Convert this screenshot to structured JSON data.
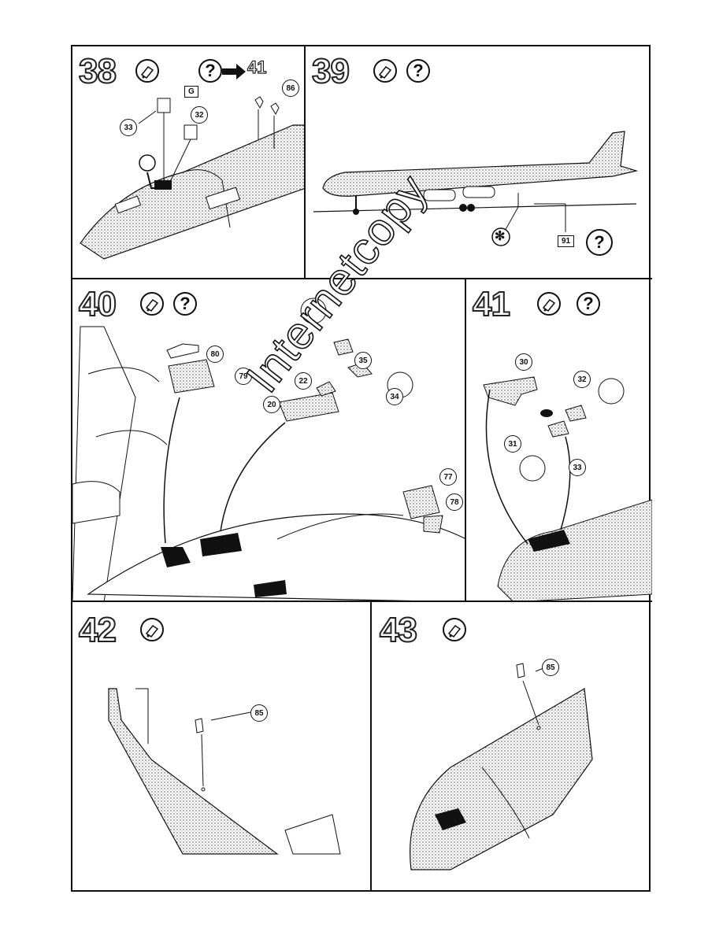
{
  "page": {
    "watermark": "Internetcopy"
  },
  "steps": [
    {
      "number": "38",
      "ref_arrow_target": "41",
      "icons": [
        "glue-icon",
        "question-icon"
      ],
      "callouts": [
        "33",
        "32",
        "86",
        "G"
      ]
    },
    {
      "number": "39",
      "icons": [
        "glue-icon",
        "question-icon"
      ],
      "callouts": [
        "91"
      ],
      "symbol": "✻"
    },
    {
      "number": "40",
      "icons": [
        "glue-icon",
        "question-icon"
      ],
      "callouts": [
        "80",
        "79",
        "35",
        "22",
        "34",
        "20",
        "77",
        "78"
      ]
    },
    {
      "number": "41",
      "icons": [
        "glue-icon",
        "question-icon"
      ],
      "callouts": [
        "30",
        "32",
        "31",
        "33"
      ]
    },
    {
      "number": "42",
      "icons": [
        "glue-icon"
      ],
      "callouts": [
        "85"
      ]
    },
    {
      "number": "43",
      "icons": [
        "glue-icon"
      ],
      "callouts": [
        "85"
      ]
    }
  ],
  "icons": {
    "question": "?"
  }
}
